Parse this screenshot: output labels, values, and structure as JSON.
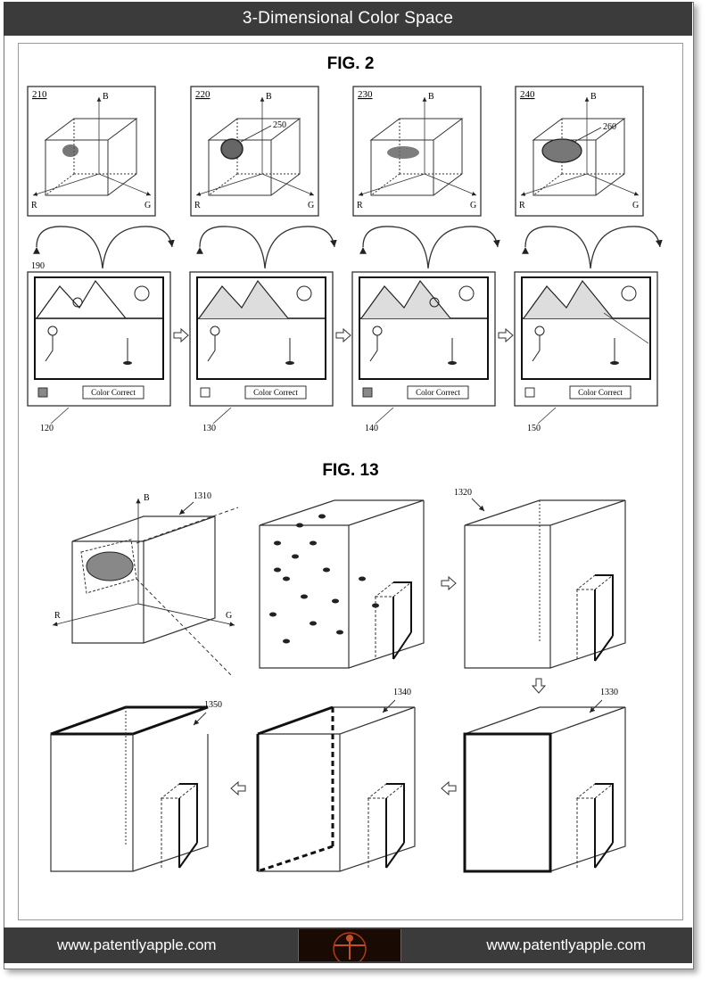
{
  "header": {
    "title": "3-Dimensional Color Space"
  },
  "fig2": {
    "label": "FIG. 2",
    "cubes": [
      {
        "ref": "210",
        "axis_b": "B",
        "axis_r": "R",
        "axis_g": "G",
        "callout": ""
      },
      {
        "ref": "220",
        "axis_b": "B",
        "axis_r": "R",
        "axis_g": "G",
        "callout": "250"
      },
      {
        "ref": "230",
        "axis_b": "B",
        "axis_r": "R",
        "axis_g": "G",
        "callout": ""
      },
      {
        "ref": "240",
        "axis_b": "B",
        "axis_r": "R",
        "axis_g": "G",
        "callout": "260"
      }
    ],
    "screens": [
      {
        "ref": "120",
        "button_label": "Color Correct",
        "top_ref": "190"
      },
      {
        "ref": "130",
        "button_label": "Color Correct"
      },
      {
        "ref": "140",
        "button_label": "Color Correct"
      },
      {
        "ref": "150",
        "button_label": "Color Correct"
      }
    ]
  },
  "fig13": {
    "label": "FIG. 13",
    "refs": {
      "r1310": "1310",
      "r1320": "1320",
      "r1330": "1330",
      "r1340": "1340",
      "r1350": "1350"
    },
    "axis_b": "B",
    "axis_r": "R",
    "axis_g": "G"
  },
  "footer": {
    "left_url": "www.patentlyapple.com",
    "right_url": "www.patentlyapple.com"
  }
}
